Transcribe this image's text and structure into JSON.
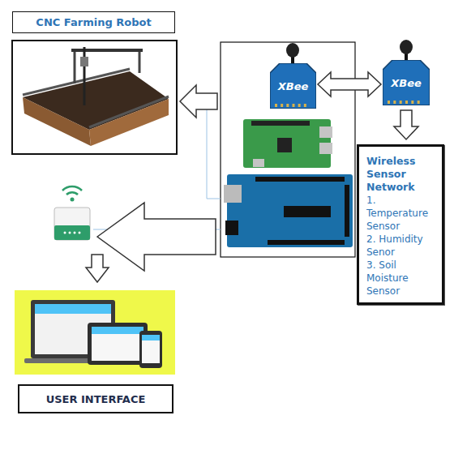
{
  "diagram": {
    "nodes": [
      {
        "text": [
          "CNC Farming Robot"
        ]
      },
      {
        "text": [
          "XBee"
        ]
      },
      {
        "text": [
          "XBee"
        ]
      },
      {
        "text": [
          "Wireless Sensor Network",
          "1. Temperature Sensor",
          "2. Humidity Senor",
          "3. Soil Moisture Sensor"
        ]
      },
      {
        "text": [
          "USER INTERFACE"
        ]
      }
    ],
    "edges": [
      {
        "from": 1,
        "to": 2,
        "arrow": "both"
      },
      {
        "from": 2,
        "to": 3,
        "arrow": "to"
      }
    ]
  }
}
